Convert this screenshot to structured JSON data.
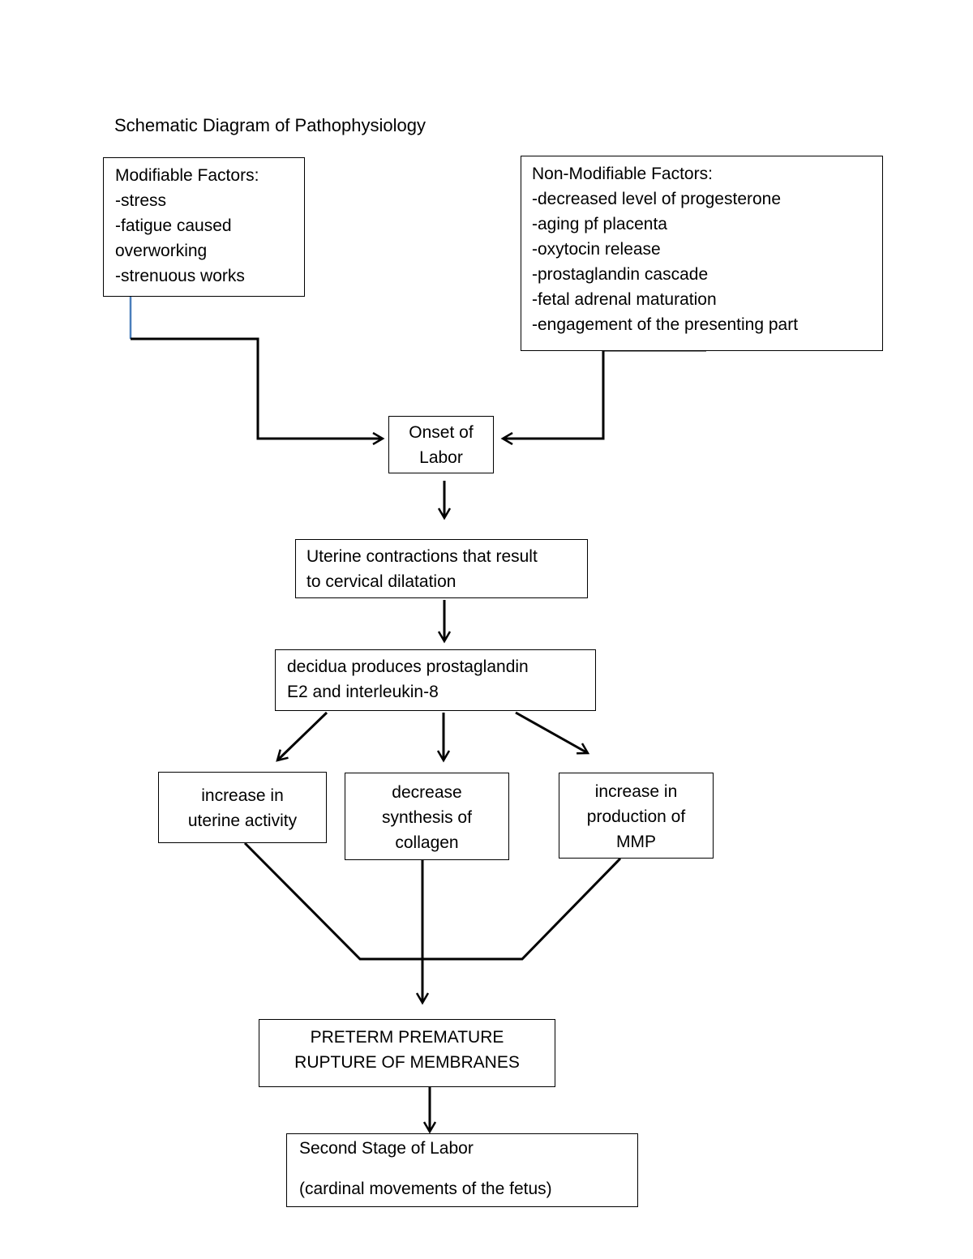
{
  "title": "Schematic Diagram of Pathophysiology",
  "nodes": {
    "modifiable": {
      "lines": [
        "Modifiable Factors:",
        "-stress",
        "-fatigue caused",
        "overworking",
        "-strenuous works"
      ]
    },
    "non_modifiable": {
      "lines": [
        "Non-Modifiable Factors:",
        "-decreased level of progesterone",
        "-aging pf placenta",
        "-oxytocin release",
        "-prostaglandin cascade",
        "-fetal adrenal maturation",
        "-engagement of the presenting part"
      ]
    },
    "onset": {
      "lines": [
        "Onset of",
        "Labor"
      ]
    },
    "uterine_contractions": {
      "lines": [
        "Uterine contractions that result",
        "to cervical dilatation"
      ]
    },
    "decidua": {
      "lines": [
        "decidua produces prostaglandin",
        "E2 and interleukin-8"
      ]
    },
    "uterine_activity": {
      "lines": [
        "increase in",
        "uterine activity"
      ]
    },
    "collagen": {
      "lines": [
        "decrease",
        "synthesis of",
        "collagen"
      ]
    },
    "mmp": {
      "lines": [
        "increase in",
        "production of",
        "MMP"
      ]
    },
    "pprom": {
      "lines": [
        "PRETERM PREMATURE",
        "RUPTURE OF MEMBRANES"
      ]
    },
    "second_stage": {
      "lines": [
        "Second Stage of Labor",
        "",
        "(cardinal movements of the fetus)"
      ]
    }
  },
  "colors": {
    "connector_accent": "#4a7ebb",
    "line": "#000000"
  }
}
